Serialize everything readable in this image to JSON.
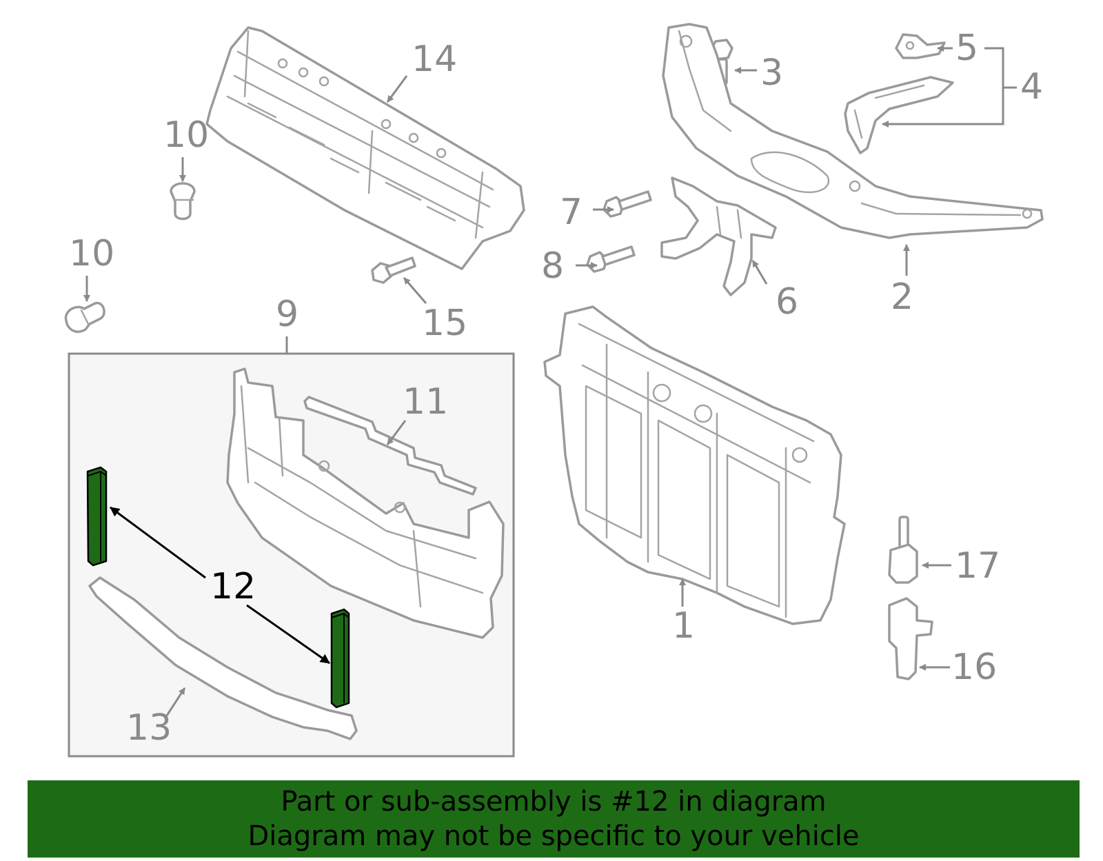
{
  "callouts": {
    "c1": "1",
    "c2": "2",
    "c3": "3",
    "c4": "4",
    "c5": "5",
    "c6": "6",
    "c7": "7",
    "c8": "8",
    "c9": "9",
    "c10a": "10",
    "c10b": "10",
    "c11": "11",
    "c12": "12",
    "c13": "13",
    "c14": "14",
    "c15": "15",
    "c16": "16",
    "c17": "17"
  },
  "highlight": {
    "part_number": "12",
    "color": "#1e6b16"
  },
  "banner": {
    "line1": "Part or sub-assembly is #12 in diagram",
    "line2": "Diagram may not be specific to your vehicle",
    "background": "#1e6b16"
  }
}
